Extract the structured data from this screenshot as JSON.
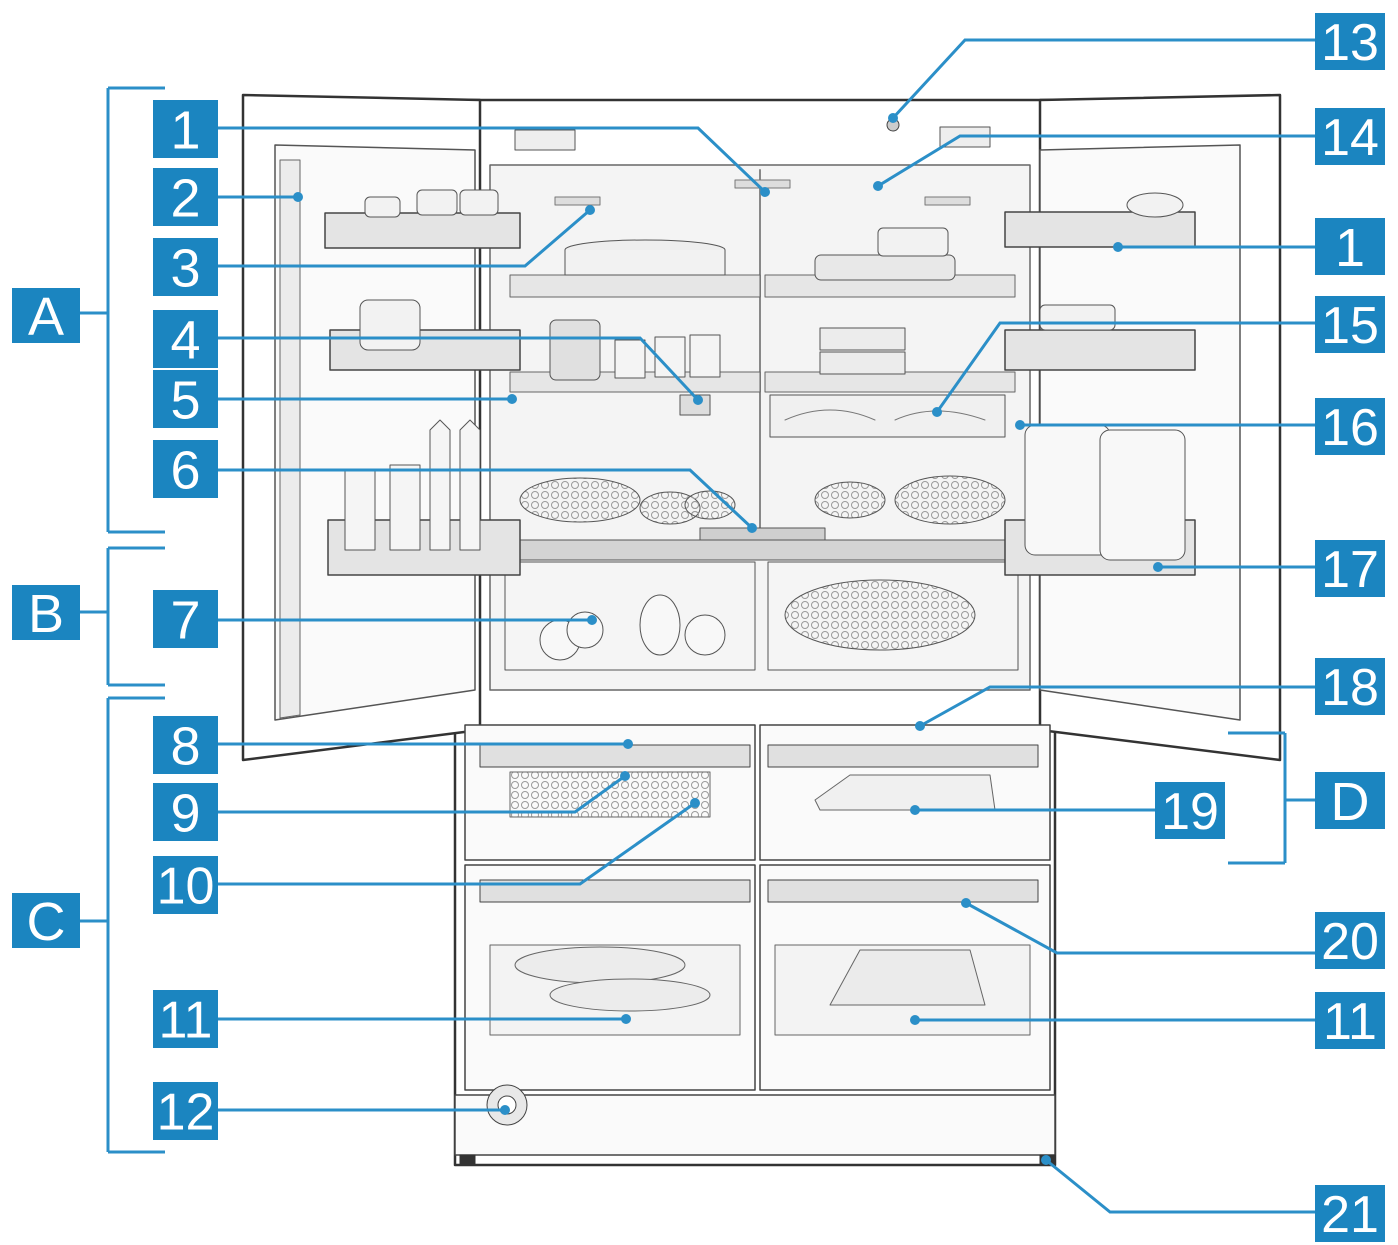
{
  "accent_color": "#1b85c0",
  "line_color": "#2b8fc8",
  "callouts": [
    {
      "id": "1a",
      "label": "1"
    },
    {
      "id": "2",
      "label": "2"
    },
    {
      "id": "3",
      "label": "3"
    },
    {
      "id": "4",
      "label": "4"
    },
    {
      "id": "5",
      "label": "5"
    },
    {
      "id": "6",
      "label": "6"
    },
    {
      "id": "7",
      "label": "7"
    },
    {
      "id": "8",
      "label": "8"
    },
    {
      "id": "9",
      "label": "9"
    },
    {
      "id": "10",
      "label": "10"
    },
    {
      "id": "11a",
      "label": "11"
    },
    {
      "id": "12",
      "label": "12"
    },
    {
      "id": "13",
      "label": "13"
    },
    {
      "id": "14",
      "label": "14"
    },
    {
      "id": "1b",
      "label": "1"
    },
    {
      "id": "15",
      "label": "15"
    },
    {
      "id": "16",
      "label": "16"
    },
    {
      "id": "17",
      "label": "17"
    },
    {
      "id": "18",
      "label": "18"
    },
    {
      "id": "19",
      "label": "19"
    },
    {
      "id": "20",
      "label": "20"
    },
    {
      "id": "11b",
      "label": "11"
    },
    {
      "id": "21",
      "label": "21"
    }
  ],
  "zones": [
    {
      "id": "A",
      "label": "A"
    },
    {
      "id": "B",
      "label": "B"
    },
    {
      "id": "C",
      "label": "C"
    },
    {
      "id": "D",
      "label": "D"
    }
  ]
}
